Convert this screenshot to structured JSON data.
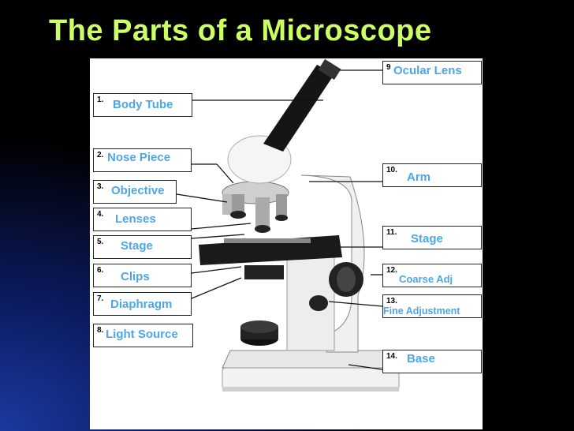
{
  "title": "The Parts of a Microscope",
  "labels": [
    {
      "num": "1.",
      "text": "Body Tube"
    },
    {
      "num": "2.",
      "text": "Nose Piece"
    },
    {
      "num": "3.",
      "text": "Objective"
    },
    {
      "num": "4.",
      "text": "Lenses"
    },
    {
      "num": "5.",
      "text": "Stage"
    },
    {
      "num": "6.",
      "text": "Clips"
    },
    {
      "num": "7.",
      "text": "Diaphragm"
    },
    {
      "num": "8.",
      "text": "Light Source"
    },
    {
      "num": "9",
      "text": "Ocular Lens"
    },
    {
      "num": "10.",
      "text": "Arm"
    },
    {
      "num": "11.",
      "text": "Stage"
    },
    {
      "num": "12.",
      "text": "Coarse Adj"
    },
    {
      "num": "13.",
      "text": "Fine Adjustment"
    },
    {
      "num": "14.",
      "text": "Base"
    }
  ]
}
